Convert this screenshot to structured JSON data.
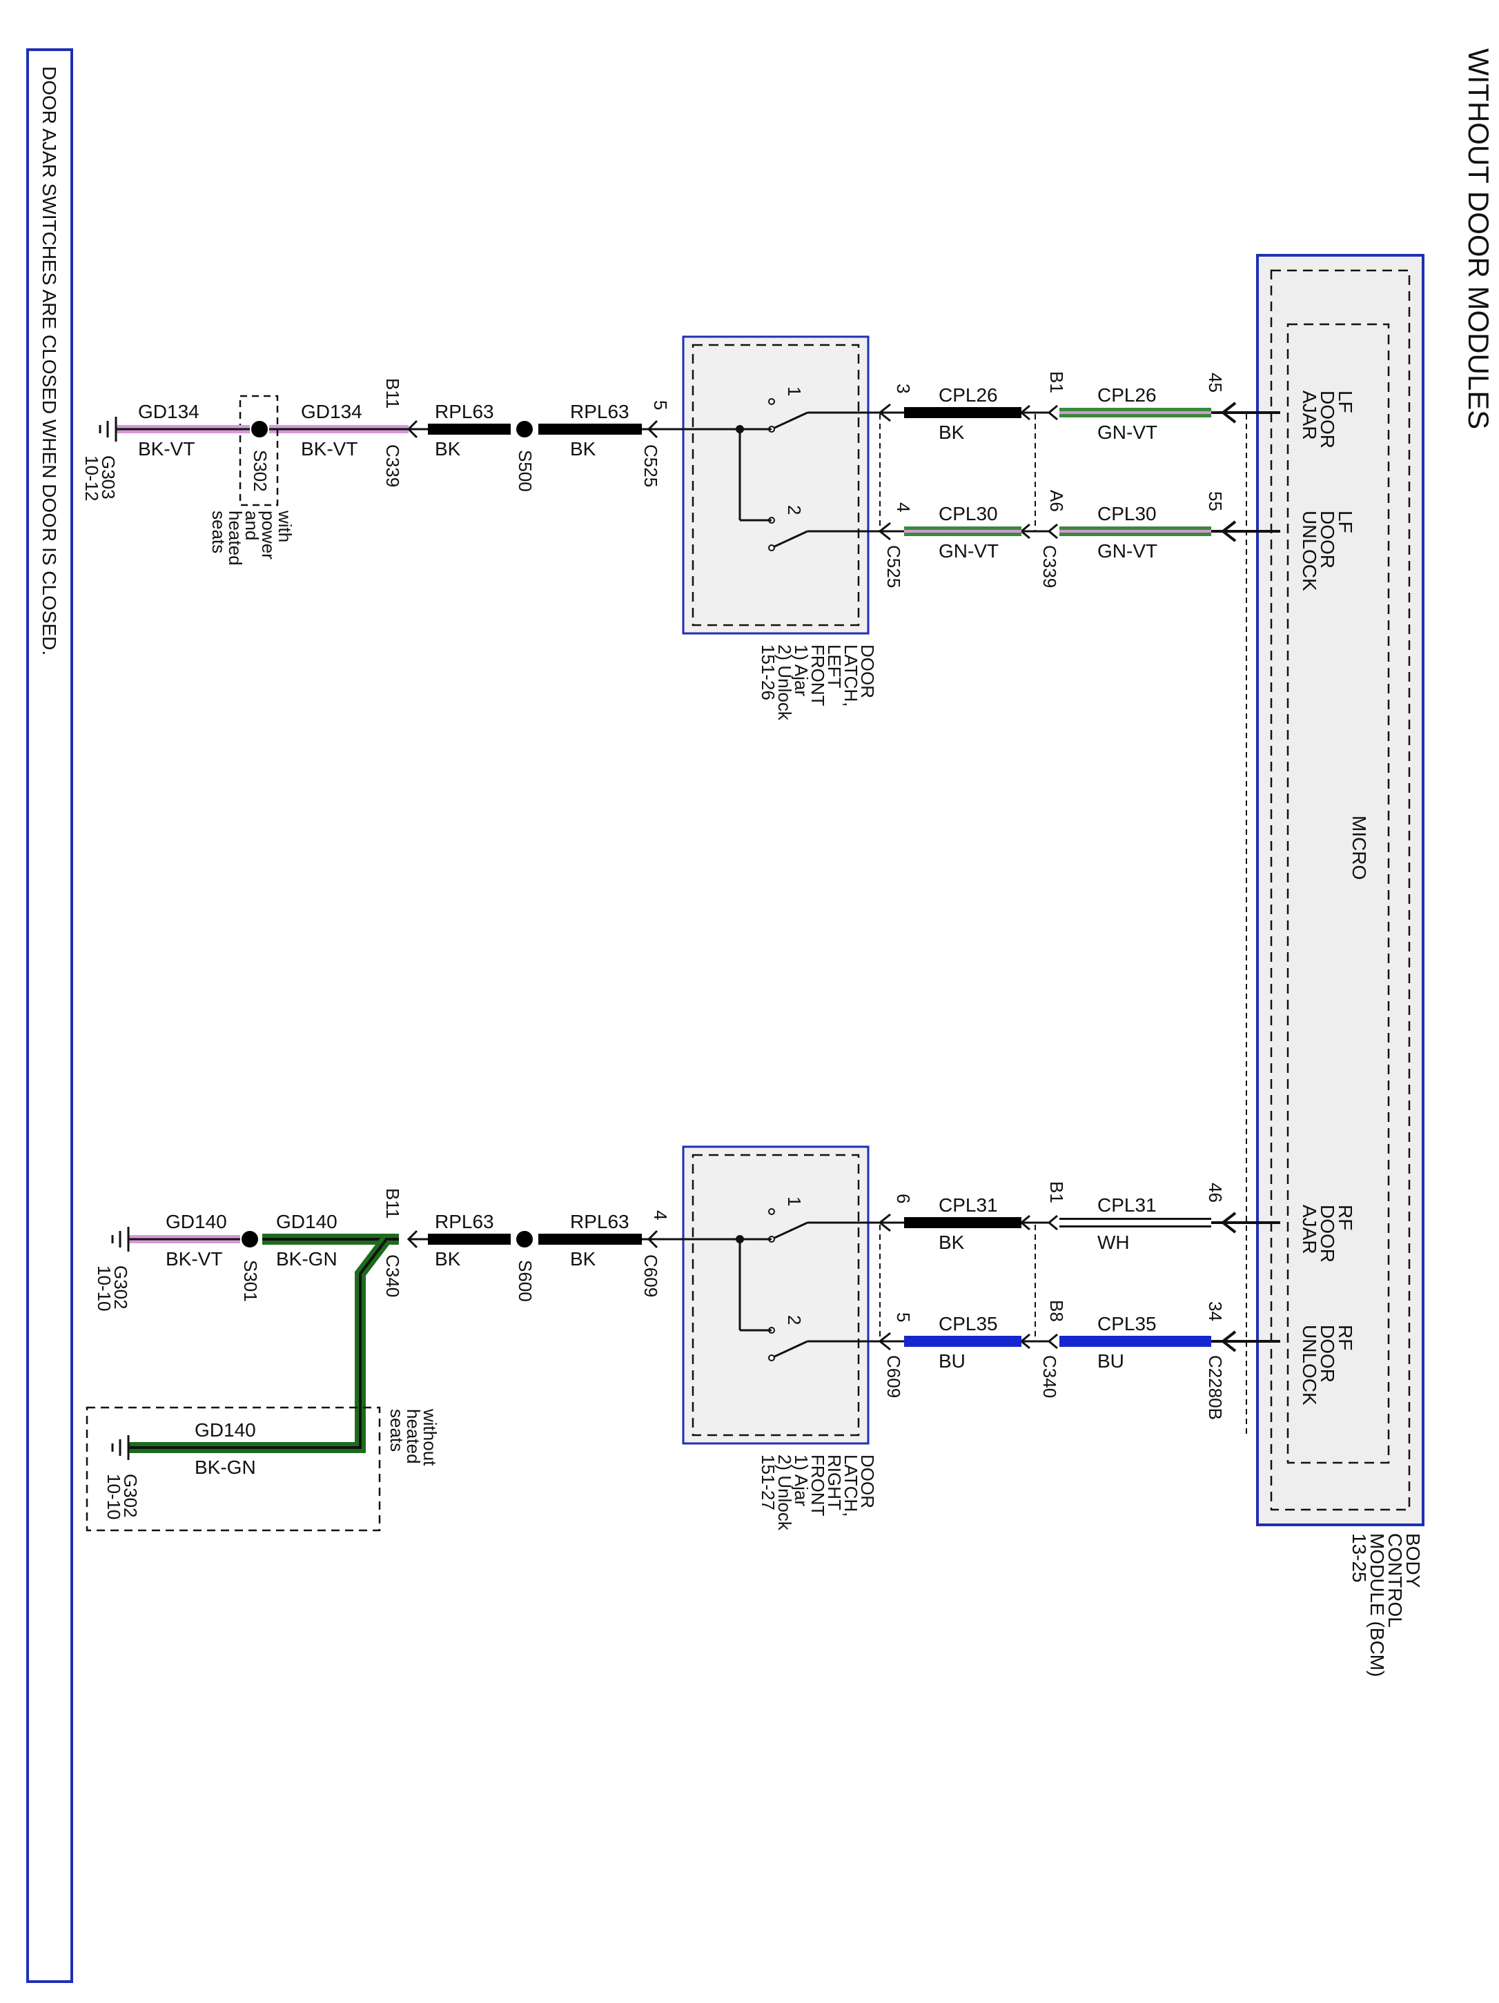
{
  "title": "WITHOUT DOOR MODULES",
  "footnote": "DOOR AJAR SWITCHES ARE CLOSED WHEN DOOR IS CLOSED.",
  "colors": {
    "frame": "#1f2fb5",
    "black_wire": "#000000",
    "green_vt_wire": "#3a8a3a",
    "bk_vt_wire": "#d59ad6",
    "blue_wire": "#1626d0",
    "white_wire": "#ffffff",
    "bk_gn_wire": "#1d6b1d",
    "latch_fill": "#f0f0f0"
  },
  "bcm": {
    "name": "BODY CONTROL MODULE (BCM) 13-25",
    "line1": "BODY",
    "line2": "CONTROL",
    "line3": "MODULE (BCM)",
    "line4": "13-25",
    "micro": "MICRO",
    "pins": [
      {
        "pin": "45",
        "func": [
          "LF",
          "DOOR",
          "AJAR"
        ]
      },
      {
        "pin": "55",
        "func": [
          "LF",
          "DOOR",
          "UNLOCK"
        ]
      },
      {
        "pin": "46",
        "func": [
          "RF",
          "DOOR",
          "AJAR"
        ]
      },
      {
        "pin": "34",
        "func": [
          "RF",
          "DOOR",
          "UNLOCK"
        ]
      }
    ],
    "connector_rf": "C2280B"
  },
  "left": {
    "latch_lines": [
      "DOOR",
      "LATCH,",
      "LEFT",
      "FRONT",
      "1) Ajar",
      "2) Unlock",
      "151-26"
    ],
    "sw1": "1",
    "sw2": "2",
    "ajar_circuit": {
      "bcm_side": {
        "name": "CPL26",
        "color": "GN-VT"
      },
      "latch_side": {
        "name": "CPL26",
        "color": "BK"
      },
      "pin_bcm": "45",
      "pin_c339": "B1",
      "pin_c525": "3"
    },
    "unlock_circuit": {
      "bcm_side": {
        "name": "CPL30",
        "color": "GN-VT"
      },
      "latch_side": {
        "name": "CPL30",
        "color": "GN-VT"
      },
      "pin_bcm": "55",
      "pin_c339": "A6",
      "pin_c525": "4",
      "conn_a": "C525",
      "conn_b": "C339"
    },
    "ground": {
      "c525_pin": "5",
      "c525": "C525",
      "seg1": {
        "name": "RPL63",
        "color": "BK"
      },
      "splice": "S500",
      "seg2": {
        "name": "RPL63",
        "color": "BK"
      },
      "c339_pin": "B11",
      "c339": "C339",
      "seg3": {
        "name": "GD134",
        "color": "BK-VT"
      },
      "splice2": "S302",
      "splice2_note": [
        "with",
        "power",
        "and",
        "heated",
        "seats"
      ],
      "seg4": {
        "name": "GD134",
        "color": "BK-VT"
      },
      "gnd": "G303",
      "gnd_ref": "10-12"
    }
  },
  "right": {
    "latch_lines": [
      "DOOR",
      "LATCH,",
      "RIGHT",
      "FRONT",
      "1) Ajar",
      "2) Unlock",
      "151-27"
    ],
    "sw1": "1",
    "sw2": "2",
    "ajar_circuit": {
      "bcm_side": {
        "name": "CPL31",
        "color": "WH"
      },
      "latch_side": {
        "name": "CPL31",
        "color": "BK"
      },
      "pin_bcm": "46",
      "pin_c340": "B1",
      "pin_c609": "6"
    },
    "unlock_circuit": {
      "bcm_side": {
        "name": "CPL35",
        "color": "BU"
      },
      "latch_side": {
        "name": "CPL35",
        "color": "BU"
      },
      "pin_bcm": "34",
      "pin_c340": "B8",
      "pin_c609": "5",
      "conn_a": "C609",
      "conn_b": "C340"
    },
    "ground": {
      "c609_pin": "4",
      "c609": "C609",
      "seg1": {
        "name": "RPL63",
        "color": "BK"
      },
      "splice": "S600",
      "seg2": {
        "name": "RPL63",
        "color": "BK"
      },
      "c340_pin": "B11",
      "c340": "C340",
      "seg3": {
        "name": "GD140",
        "color": "BK-GN"
      },
      "splice2": "S301",
      "seg4": {
        "name": "GD140",
        "color": "BK-VT"
      },
      "gnd": "G302",
      "gnd_ref": "10-10",
      "alt_note": [
        "without",
        "heated",
        "seats"
      ],
      "alt_seg": {
        "name": "GD140",
        "color": "BK-GN"
      },
      "alt_gnd": "G302",
      "alt_gnd_ref": "10-10"
    }
  }
}
